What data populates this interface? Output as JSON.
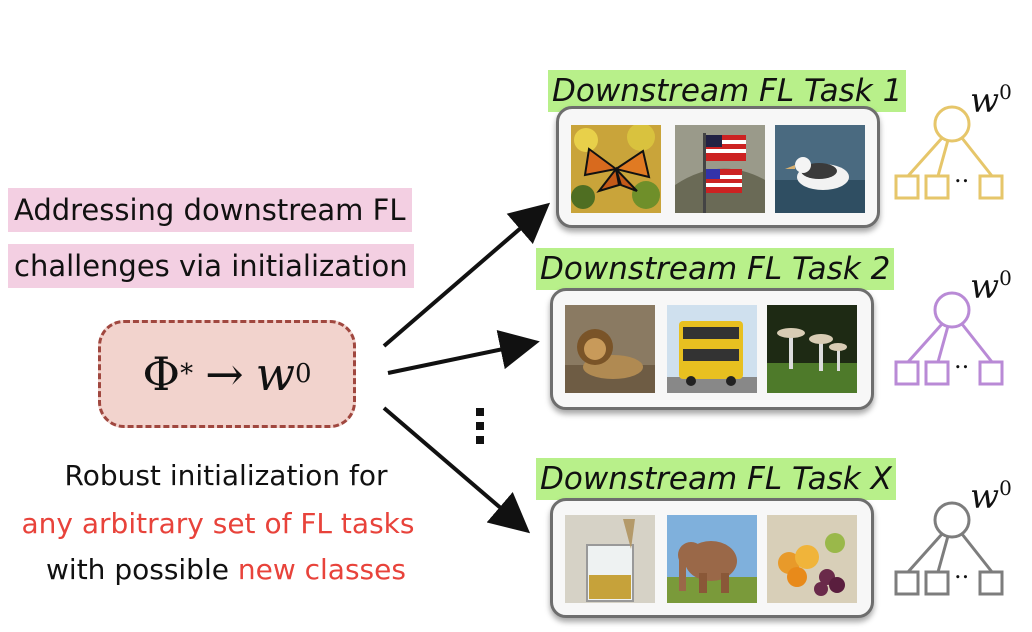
{
  "left_panel": {
    "heading_line1": "Addressing downstream FL",
    "heading_line2": "challenges via initialization",
    "formula": {
      "phi": "Φ",
      "star": "*",
      "arrow": "→",
      "w": "w",
      "sup": "0"
    },
    "caption": {
      "line1": "Robust initialization for",
      "line2": "any arbitrary set of FL tasks",
      "line3_prefix": "with possible ",
      "line3_highlight": "new classes"
    },
    "ellipsis": "⋮"
  },
  "tasks": [
    {
      "label": "Downstream FL Task 1",
      "images": [
        "butterfly",
        "flags",
        "albatross"
      ],
      "tree_color": "#e6c66a",
      "weight": {
        "symbol": "w",
        "sup": "0"
      },
      "leaf_dots": ".."
    },
    {
      "label": "Downstream FL Task 2",
      "images": [
        "lion",
        "bus",
        "mushrooms"
      ],
      "tree_color": "#b98ad6",
      "weight": {
        "symbol": "w",
        "sup": "0"
      },
      "leaf_dots": ".."
    },
    {
      "label": "Downstream FL Task X",
      "images": [
        "beaker",
        "elephant",
        "fruit-bowl"
      ],
      "tree_color": "#7d7d7d",
      "weight": {
        "symbol": "w",
        "sup": "0"
      },
      "leaf_dots": ".."
    }
  ],
  "colors": {
    "pink_highlight": "#f3cfe2",
    "green_highlight": "#b8f08a",
    "formula_fill": "#f2d3cd",
    "formula_border": "#a0473f",
    "accent_red": "#e8433b"
  }
}
